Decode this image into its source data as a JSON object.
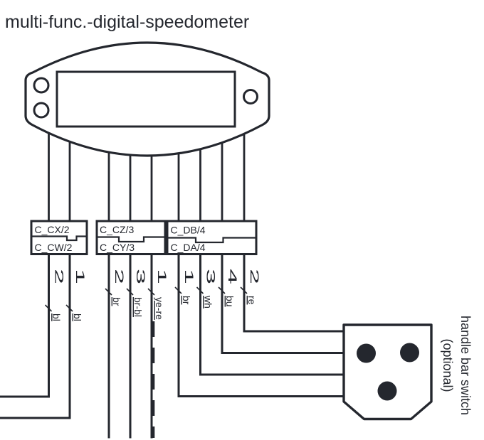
{
  "title": "multi-func.-digital-speedometer",
  "colors": {
    "ink": "#24272e",
    "background": "#ffffff"
  },
  "connectors": [
    {
      "top_label": "C_CX/2",
      "bottom_label": "C_CW/2",
      "wires": [
        {
          "pin": "2",
          "color": "bl"
        },
        {
          "pin": "1",
          "color": "bl"
        }
      ]
    },
    {
      "top_label": "C_CZ/3",
      "bottom_label": "C_CY/3",
      "wires": [
        {
          "pin": "2",
          "color": "br"
        },
        {
          "pin": "3",
          "color": "br-bl"
        },
        {
          "pin": "1",
          "color": "ye-re"
        }
      ]
    },
    {
      "top_label": "C_DB/4",
      "bottom_label": "C_DA/4",
      "wires": [
        {
          "pin": "1",
          "color": "br"
        },
        {
          "pin": "3",
          "color": "wh"
        },
        {
          "pin": "4",
          "color": "bu"
        },
        {
          "pin": "2",
          "color": "re"
        }
      ]
    }
  ],
  "handlebar_switch": {
    "label_line1": "handle bar switch",
    "label_line2": "(optional)",
    "button_count": 3
  }
}
